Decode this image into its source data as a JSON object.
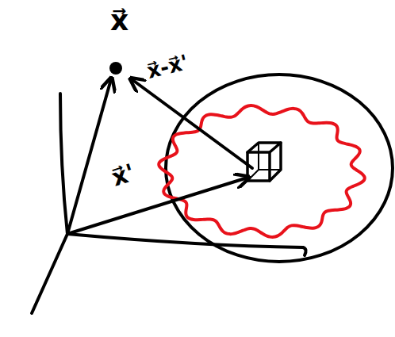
{
  "diagram": {
    "labels": [
      "x⃗",
      "x⃗-x⃗'",
      "x⃗'"
    ]
  }
}
